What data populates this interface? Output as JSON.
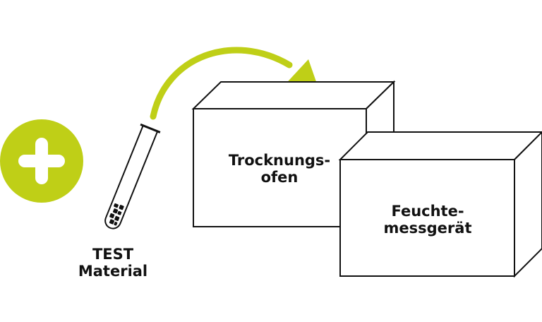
{
  "colors": {
    "accent": "#bfcf17",
    "stroke": "#111111",
    "fill": "#ffffff"
  },
  "icons": {
    "plus": "plus-icon",
    "test_tube": "test-tube-icon",
    "arrow": "curved-arrow-icon"
  },
  "test_material": {
    "line1": "TEST",
    "line2": "Material"
  },
  "drying_oven": {
    "line1": "Trocknungs-",
    "line2": "ofen"
  },
  "moisture_meter": {
    "line1": "Feuchte-",
    "line2": "messgerät"
  }
}
